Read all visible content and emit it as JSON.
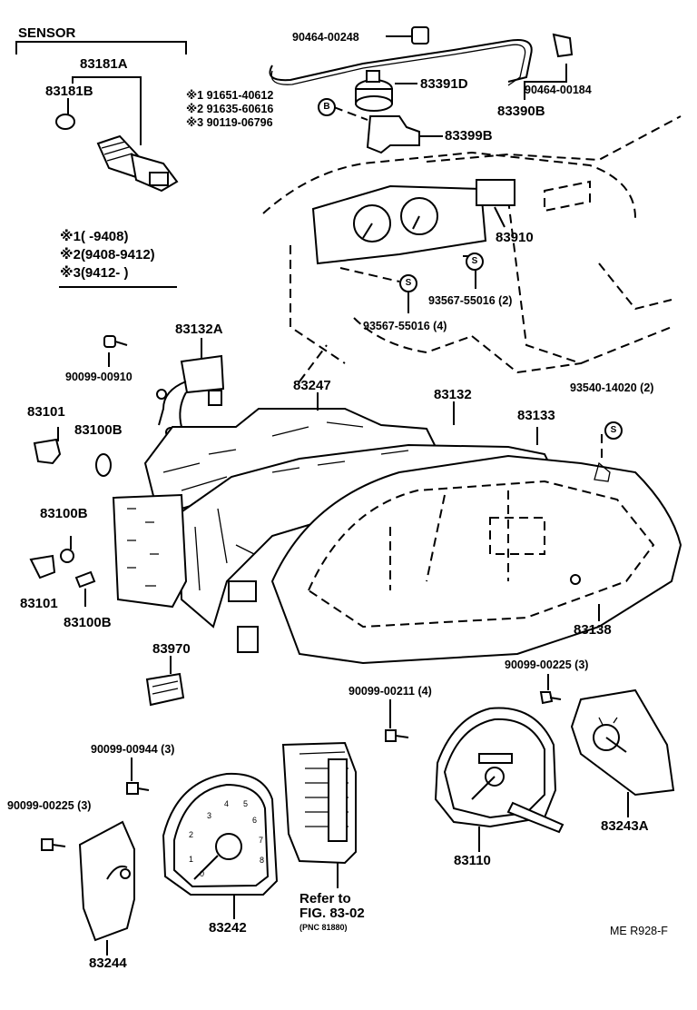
{
  "sensor": {
    "group_label": "SENSOR",
    "parts": [
      "83181A",
      "83181B"
    ]
  },
  "variants": {
    "notes": [
      {
        "mark": "※1",
        "part": "91651-40612"
      },
      {
        "mark": "※2",
        "part": "91635-60616"
      },
      {
        "mark": "※3",
        "part": "90119-06796"
      }
    ],
    "ranges": [
      {
        "mark": "※1",
        "range": "(     -9408)"
      },
      {
        "mark": "※2",
        "range": "(9408-9412)"
      },
      {
        "mark": "※3",
        "range": "(9412-      )"
      }
    ]
  },
  "markers": {
    "b": "B",
    "s": "S"
  },
  "labels": {
    "p90464_00248": "90464-00248",
    "p90464_00184": "90464-00184",
    "p83391D": "83391D",
    "p83390B": "83390B",
    "p83399B": "83399B",
    "p83910": "83910",
    "p93567_55016_2": "93567-55016 (2)",
    "p93567_55016_4": "93567-55016 (4)",
    "p83132A": "83132A",
    "p90099_00910": "90099-00910",
    "p83247": "83247",
    "p83132": "83132",
    "p83133": "83133",
    "p93540_14020": "93540-14020 (2)",
    "p83101_a": "83101",
    "p83100B_a": "83100B",
    "p83100B_b": "83100B",
    "p83101_b": "83101",
    "p83100B_c": "83100B",
    "p83138": "83138",
    "p83970": "83970",
    "p90099_00225_a": "90099-00225 (3)",
    "p90099_00211": "90099-00211 (4)",
    "p90099_00944": "90099-00944 (3)",
    "p90099_00225_b": "90099-00225 (3)",
    "p83243A": "83243A",
    "p83110": "83110",
    "p83242": "83242",
    "p83244": "83244"
  },
  "refer": {
    "line1": "Refer to",
    "line2": "FIG. 83-02",
    "line3": "(PNC 81880)"
  },
  "footer": {
    "code": "ME R928-F"
  },
  "tach_numbers": [
    "0",
    "1",
    "2",
    "3",
    "4",
    "5",
    "6",
    "7",
    "8"
  ]
}
